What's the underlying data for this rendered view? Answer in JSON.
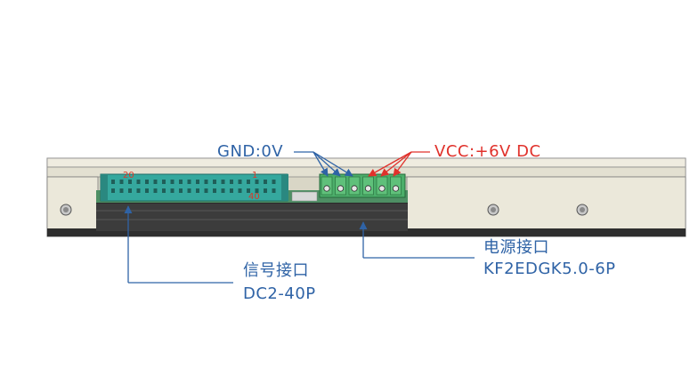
{
  "labels": {
    "gnd": "GND:0V",
    "vcc": "VCC:+6V DC",
    "signal_title": "信号接口",
    "signal_model": "DC2-40P",
    "power_title": "电源接口",
    "power_model": "KF2EDGK5.0-6P"
  },
  "pins": {
    "top_left": "20",
    "top_right": "1",
    "bottom_right": "40"
  },
  "colors": {
    "callout_blue": "#2f63a6",
    "vcc_red": "#e0312b",
    "connector_teal": "#35a89e",
    "terminal_green": "#4cae6a",
    "frame_beige": "#e9e6d6",
    "board_dark": "#3a3a3a"
  }
}
